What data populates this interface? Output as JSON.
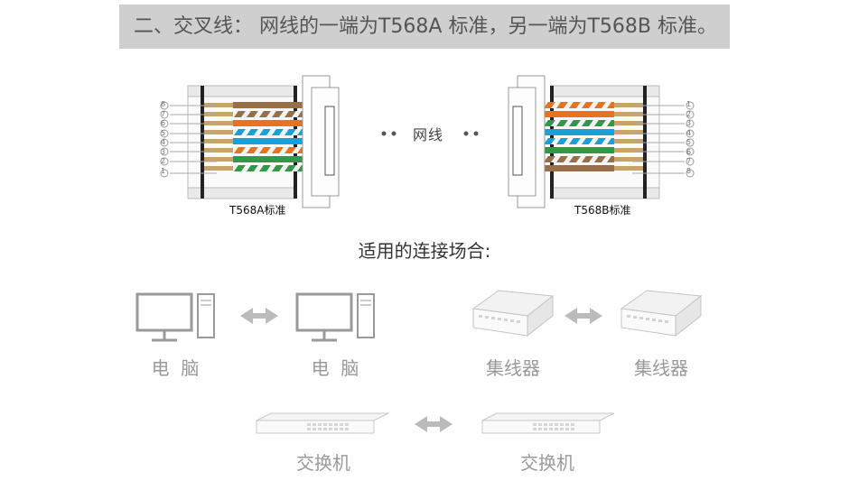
{
  "header": {
    "title": "二、交叉线：  网线的一端为T568A 标准，另一端为T568B 标准。"
  },
  "diagram": {
    "left_standard": "T568A标准",
    "right_standard": "T568B标准",
    "middle_label": "网线",
    "pin_numbers_left": [
      "8",
      "7",
      "6",
      "5",
      "4",
      "3",
      "2",
      "1"
    ],
    "pin_numbers_right": [
      "1",
      "2",
      "3",
      "4",
      "5",
      "6",
      "7",
      "8"
    ]
  },
  "scenarios": {
    "title": "适用的连接场合:",
    "pair1": {
      "left": "电  脑",
      "right": "电  脑"
    },
    "pair2": {
      "left": "集线器",
      "right": "集线器"
    },
    "pair3": {
      "left": "交换机",
      "right": "交换机"
    }
  },
  "colors": {
    "orange": "#e8731f",
    "green": "#2f9a46",
    "blue": "#1aa0d8",
    "brown": "#9b6f45",
    "white_stripe": "#f2f2f2",
    "header_bg": "#cfcfcf"
  }
}
